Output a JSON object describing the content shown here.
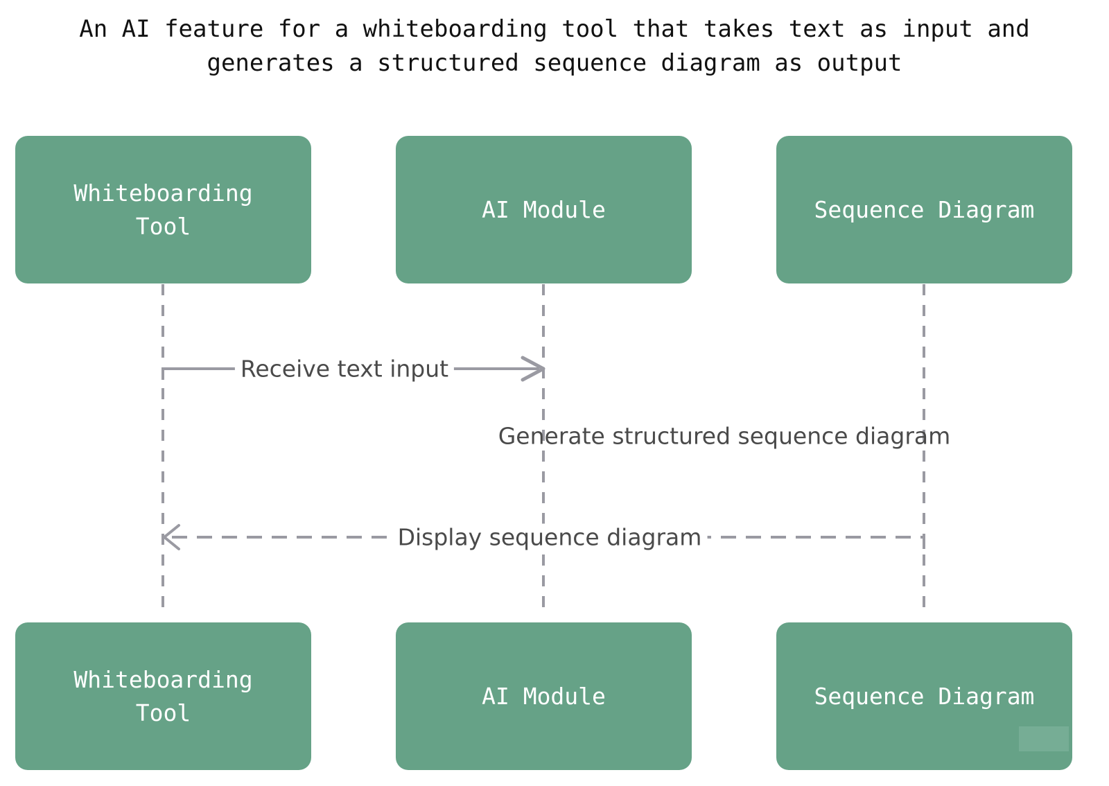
{
  "title": "An AI feature for a whiteboarding tool that takes text as input and\ngenerates a structured sequence diagram as output",
  "colors": {
    "participant_fill": "#66a287",
    "participant_text": "#ffffff",
    "lifeline": "#9a9aa2",
    "arrow": "#9a9aa2",
    "label_text": "#4a4a4a"
  },
  "participants": [
    {
      "name": "Whiteboarding Tool"
    },
    {
      "name": "AI Module"
    },
    {
      "name": "Sequence Diagram"
    }
  ],
  "messages": [
    {
      "label": "Receive text input",
      "from": "Whiteboarding Tool",
      "to": "AI Module",
      "style": "solid"
    },
    {
      "label": "Generate structured sequence diagram",
      "from": "AI Module",
      "to": "Sequence Diagram",
      "style": "none"
    },
    {
      "label": "Display sequence diagram",
      "from": "Sequence Diagram",
      "to": "Whiteboarding Tool",
      "style": "dashed"
    }
  ]
}
